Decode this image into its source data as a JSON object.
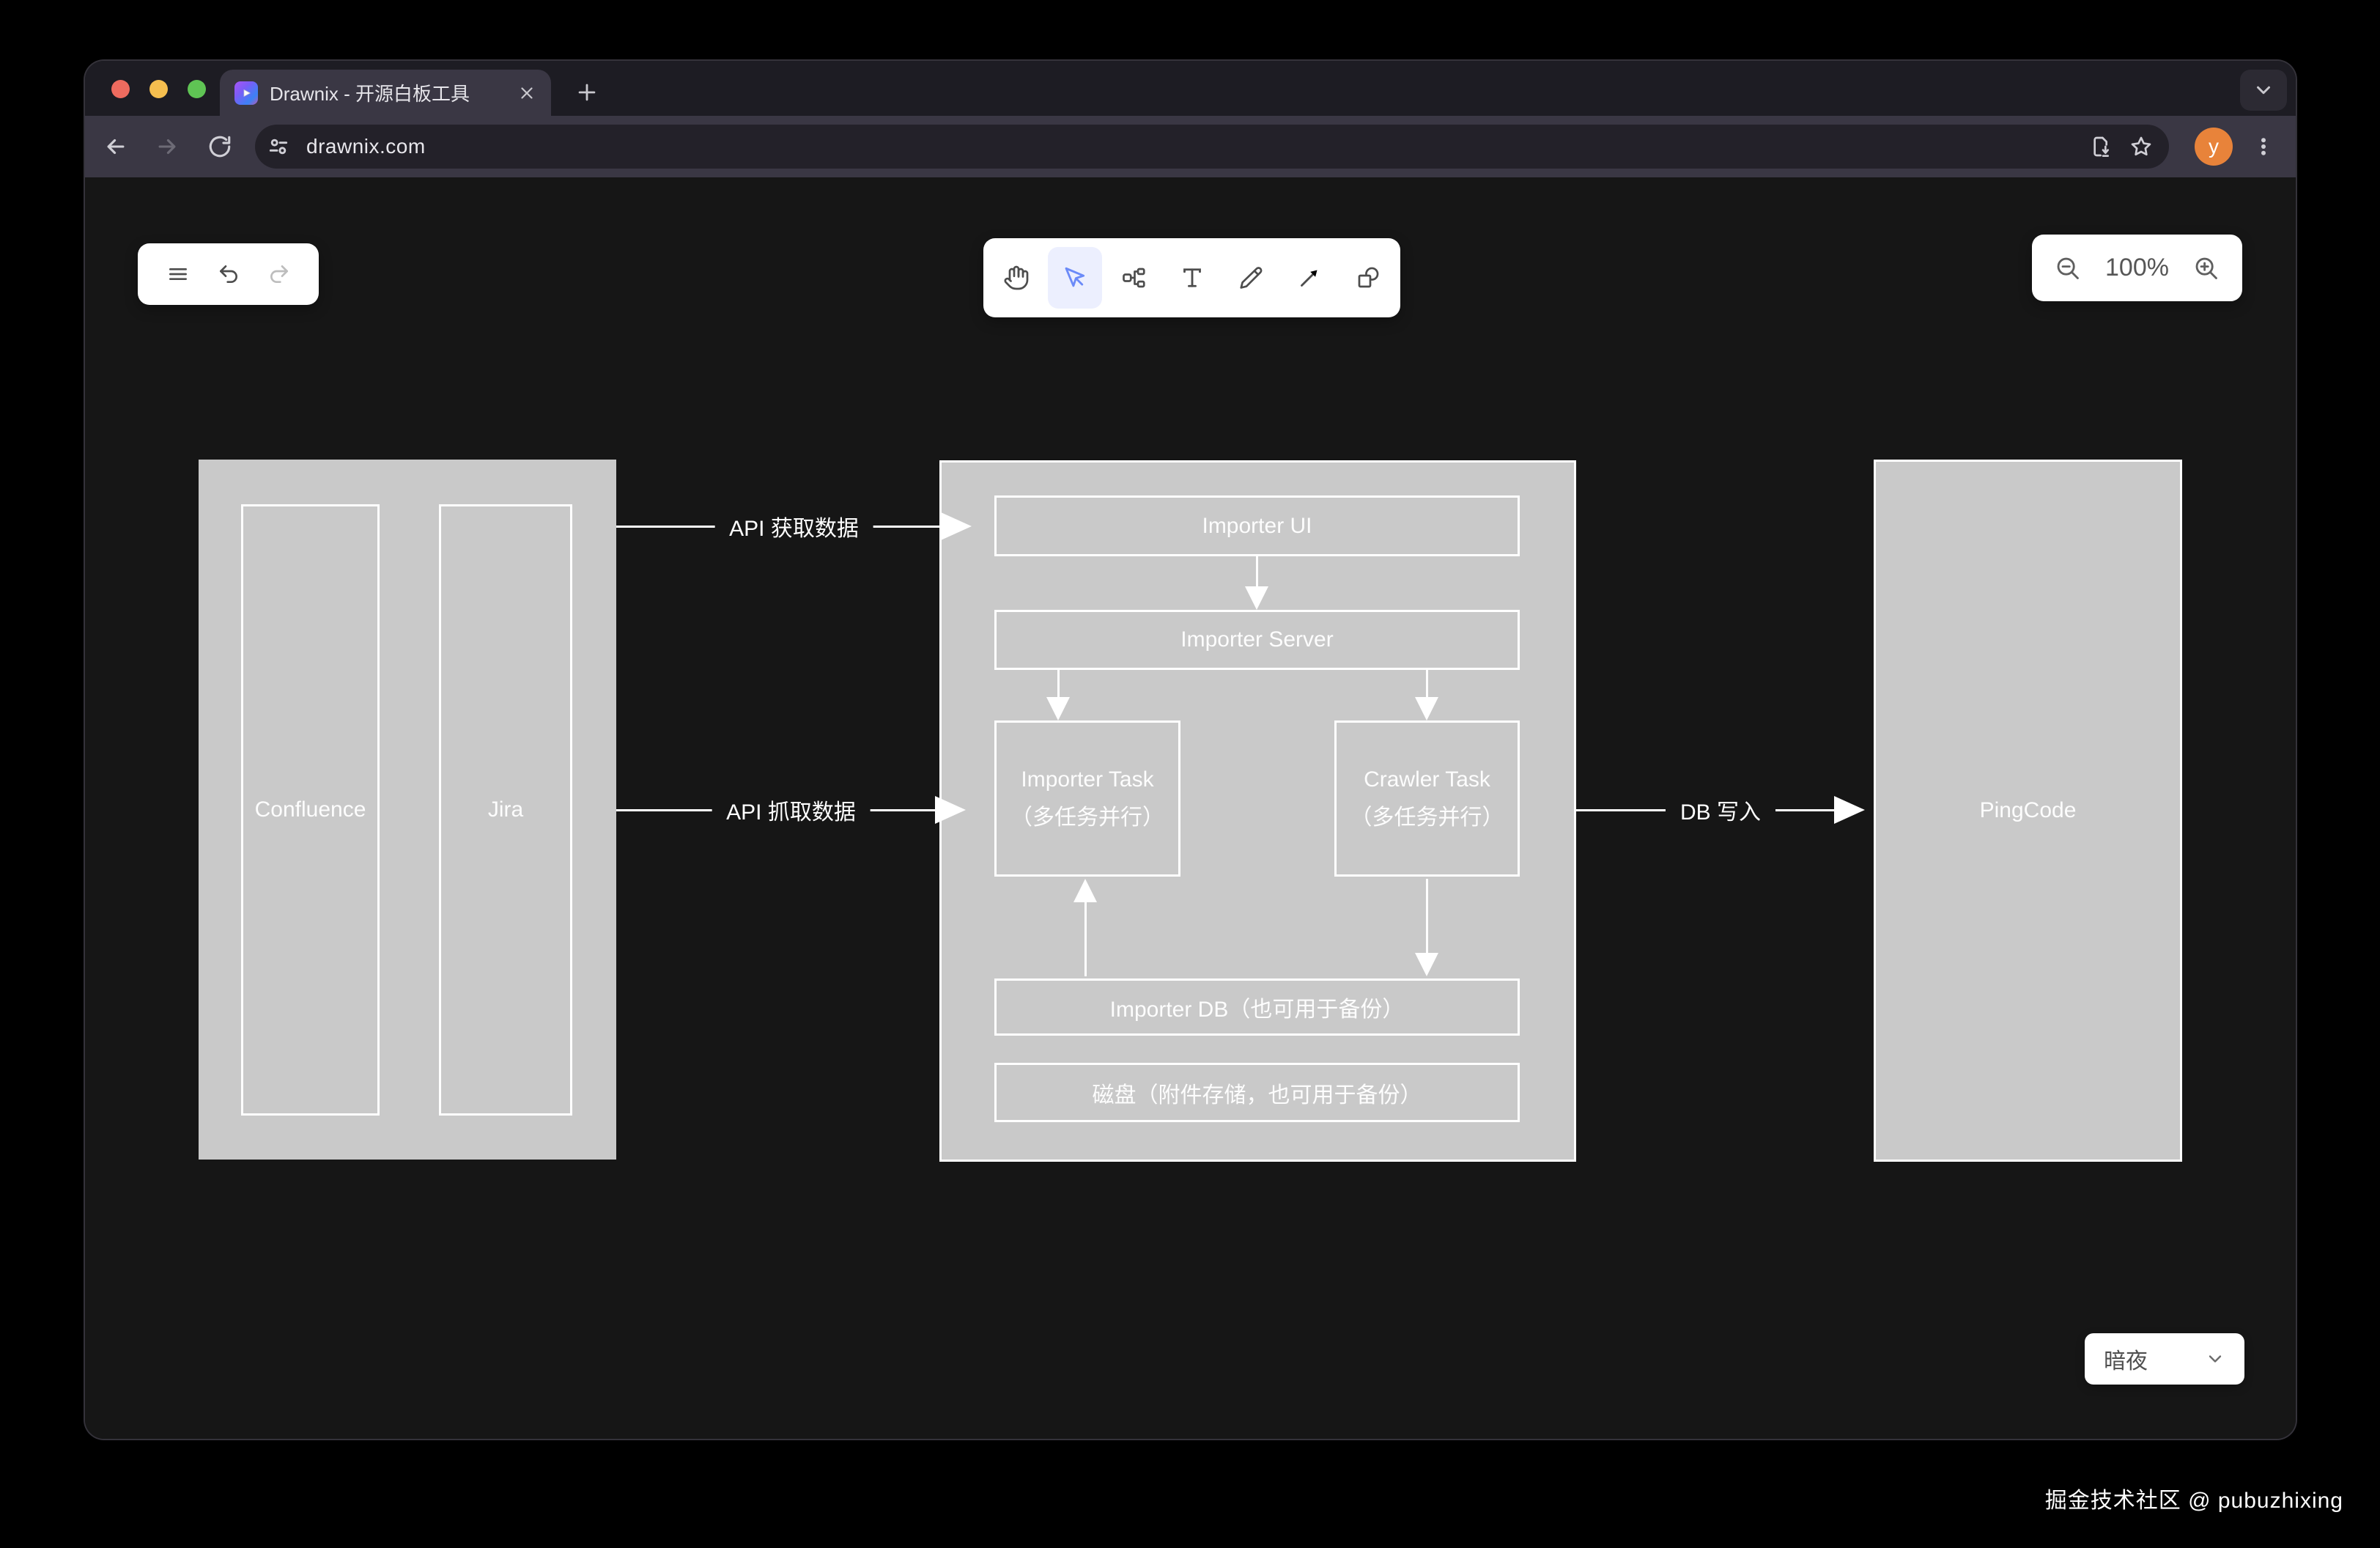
{
  "browser": {
    "tab_title": "Drawnix - 开源白板工具",
    "url": "drawnix.com",
    "avatar_initial": "y"
  },
  "app": {
    "zoom_level": "100%",
    "theme_label": "暗夜",
    "tools": [
      "hand",
      "selection",
      "mind-map",
      "text",
      "freehand",
      "arrow",
      "shape"
    ],
    "selected_tool": "selection",
    "accent_color": "#6b8af8",
    "selected_bg": "#eceffe"
  },
  "diagram": {
    "node_fill": "#c9c9c9",
    "stroke_color": "#ffffff",
    "nodes": {
      "confluence": {
        "label": "Confluence"
      },
      "jira": {
        "label": "Jira"
      },
      "importer_ui": {
        "label": "Importer UI"
      },
      "importer_server": {
        "label": "Importer Server"
      },
      "importer_task": {
        "line1": "Importer Task",
        "line2": "（多任务并行）"
      },
      "crawler_task": {
        "line1": "Crawler Task",
        "line2": "（多任务并行）"
      },
      "importer_db": {
        "label": "Importer DB（也可用于备份）"
      },
      "disk": {
        "label": "磁盘（附件存储，也可用于备份）"
      },
      "pingcode": {
        "label": "PingCode"
      }
    },
    "edges": {
      "api_get": {
        "label": "API 获取数据"
      },
      "api_crawl": {
        "label": "API 抓取数据"
      },
      "db_write": {
        "label": "DB 写入"
      }
    }
  },
  "footer": {
    "attribution": "掘金技术社区 @ pubuzhixing"
  }
}
